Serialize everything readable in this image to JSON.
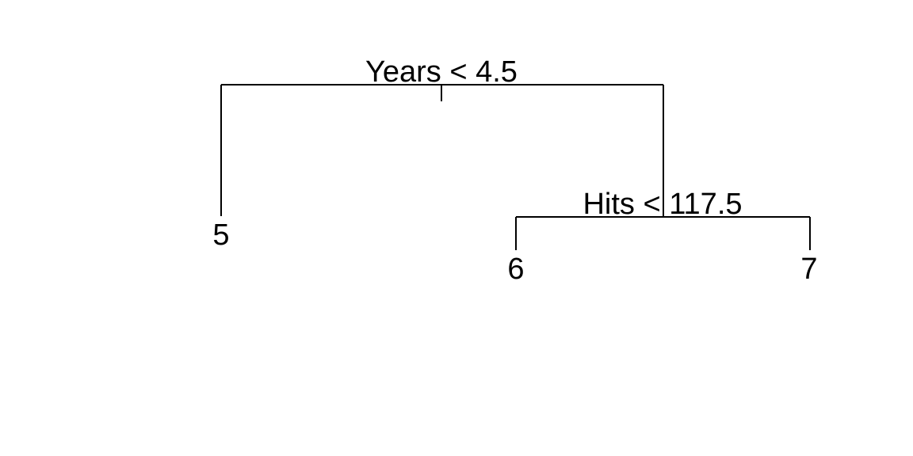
{
  "tree": {
    "root_split": "Years < 4.5",
    "inner_split": "Hits < 117.5",
    "leaves": [
      "5",
      "6",
      "7"
    ]
  }
}
